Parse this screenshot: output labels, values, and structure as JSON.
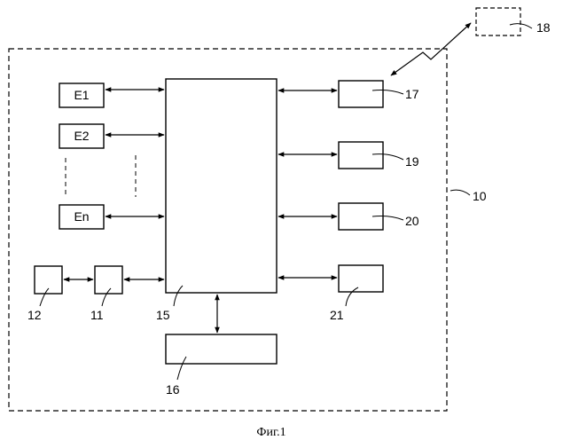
{
  "blocks": {
    "e1": "E1",
    "e2": "E2",
    "en": "En"
  },
  "refs": {
    "system": "10",
    "r11": "11",
    "r12": "12",
    "processor": "15",
    "memory": "16",
    "r17": "17",
    "remote": "18",
    "r19": "19",
    "r20": "20",
    "r21": "21"
  },
  "caption": "Фиг.1"
}
